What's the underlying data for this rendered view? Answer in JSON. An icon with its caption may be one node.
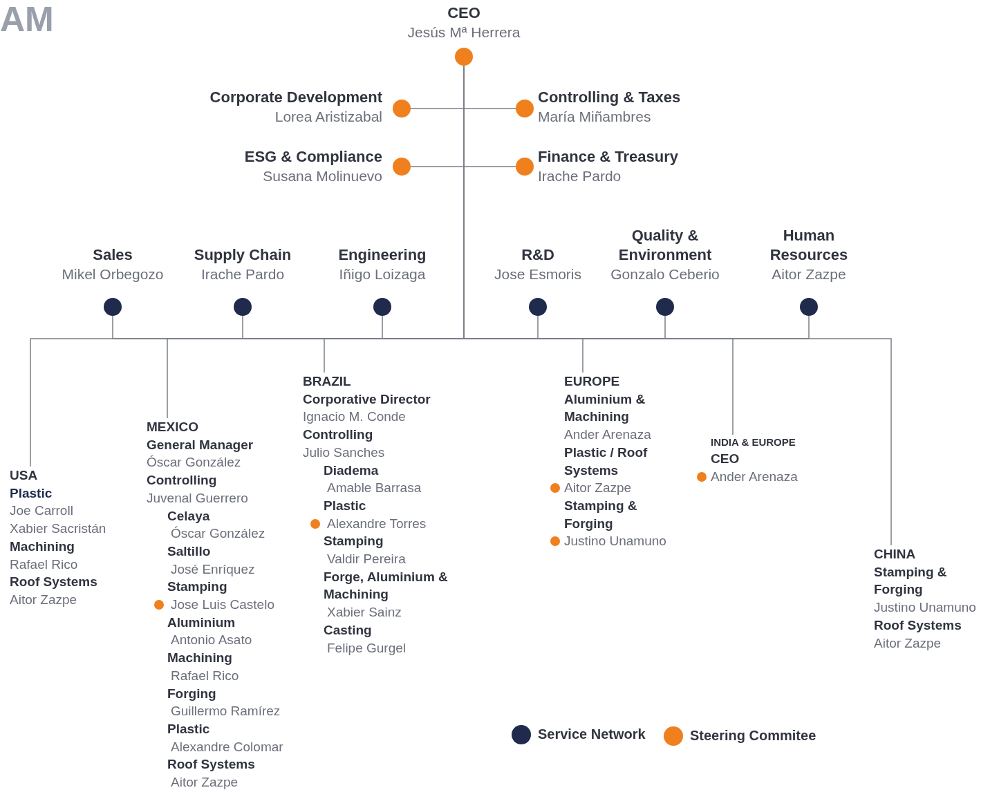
{
  "diagram": {
    "nodes": [
      {
        "text": [
          "CEO",
          "Jesús Mª Herrera"
        ]
      },
      {
        "text": [
          "Corporate Development",
          "Lorea Aristizabal"
        ]
      },
      {
        "text": [
          "Controlling & Taxes",
          "María Miñambres"
        ]
      },
      {
        "text": [
          "ESG & Compliance",
          "Susana Molinuevo"
        ]
      },
      {
        "text": [
          "Finance & Treasury",
          "Irache Pardo"
        ]
      },
      {
        "text": [
          "Sales",
          "Mikel Orbegozo"
        ]
      },
      {
        "text": [
          "Supply Chain",
          "Irache Pardo"
        ]
      },
      {
        "text": [
          "Engineering",
          "Iñigo Loizaga"
        ]
      },
      {
        "text": [
          "R&D",
          "Jose Esmoris"
        ]
      },
      {
        "text": [
          "Quality & Environment",
          "Gonzalo Ceberio"
        ]
      },
      {
        "text": [
          "Human Resources",
          "Aitor Zazpe"
        ]
      },
      {
        "text": [
          "USA",
          "Plastic",
          "Joe Carroll",
          "Xabier Sacristán",
          "Machining",
          "Rafael Rico",
          "Roof Systems",
          "Aitor Zazpe"
        ]
      },
      {
        "text": [
          "MEXICO",
          "General Manager",
          "Óscar González",
          "Controlling",
          "Juvenal Guerrero",
          "Celaya",
          "Óscar González",
          "Saltillo",
          "José Enríquez",
          "Stamping",
          "Jose Luis Castelo",
          "Aluminium",
          "Antonio Asato",
          "Machining",
          "Rafael Rico",
          "Forging",
          "Guillermo Ramírez",
          "Plastic",
          "Alexandre Colomar",
          "Roof Systems",
          "Aitor Zazpe"
        ]
      },
      {
        "text": [
          "BRAZIL",
          "Corporative Director",
          "Ignacio M. Conde",
          "Controlling",
          "Julio Sanches",
          "Diadema",
          "Amable Barrasa",
          "Plastic",
          "Alexandre Torres",
          "Stamping",
          "Valdir Pereira",
          "Forge, Aluminium & Machining",
          "Xabier Sainz",
          "Casting",
          "Felipe Gurgel"
        ]
      },
      {
        "text": [
          "EUROPE",
          "Aluminium & Machining",
          "Ander Arenaza",
          "Plastic / Roof Systems",
          "Aitor Zazpe",
          "Stamping & Forging",
          "Justino Unamuno"
        ]
      },
      {
        "text": [
          "INDIA & EUROPE",
          "CEO",
          "Ander Arenaza"
        ]
      },
      {
        "text": [
          "CHINA",
          "Stamping & Forging",
          "Justino Unamuno",
          "Roof Systems",
          "Aitor Zazpe"
        ]
      }
    ],
    "edges": [
      {
        "from": 0,
        "to": 1,
        "arrow": "none"
      },
      {
        "from": 0,
        "to": 2,
        "arrow": "none"
      },
      {
        "from": 0,
        "to": 3,
        "arrow": "none"
      },
      {
        "from": 0,
        "to": 4,
        "arrow": "none"
      },
      {
        "from": 0,
        "to": 5,
        "arrow": "none"
      },
      {
        "from": 0,
        "to": 6,
        "arrow": "none"
      },
      {
        "from": 0,
        "to": 7,
        "arrow": "none"
      },
      {
        "from": 0,
        "to": 8,
        "arrow": "none"
      },
      {
        "from": 0,
        "to": 9,
        "arrow": "none"
      },
      {
        "from": 0,
        "to": 10,
        "arrow": "none"
      },
      {
        "from": 0,
        "to": 11,
        "arrow": "none"
      },
      {
        "from": 0,
        "to": 12,
        "arrow": "none"
      },
      {
        "from": 0,
        "to": 13,
        "arrow": "none"
      },
      {
        "from": 0,
        "to": 14,
        "arrow": "none"
      },
      {
        "from": 0,
        "to": 15,
        "arrow": "none"
      },
      {
        "from": 0,
        "to": 16,
        "arrow": "none"
      }
    ],
    "labels": [
      "AM"
    ],
    "legend": [
      {
        "text": "Service Network",
        "color": "#1f2a4d"
      },
      {
        "text": "Steering Commitee",
        "color": "#f07f1e"
      }
    ]
  }
}
